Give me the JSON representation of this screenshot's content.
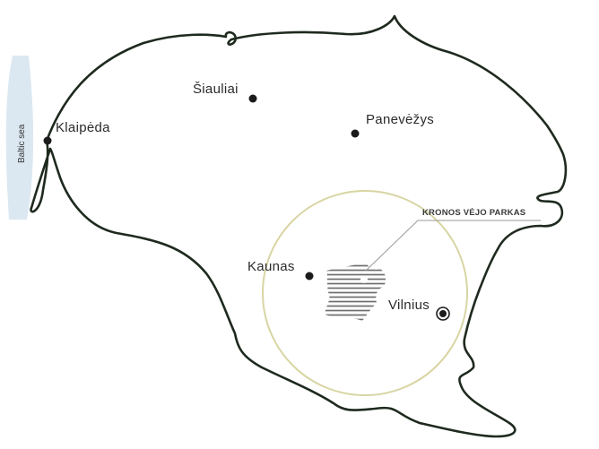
{
  "colors": {
    "border": "#1f2a1f",
    "sea": "#dbe8f2",
    "radius_circle": "#d8d5a3",
    "hatch": "#6e6e6e",
    "dot": "#1b1b1b",
    "callout_line": "#9a9a9a"
  },
  "sea": {
    "label": "Baltic sea"
  },
  "cities": [
    {
      "id": "siauliai",
      "label": "Šiauliai",
      "marker": "dot"
    },
    {
      "id": "panevezys",
      "label": "Panevėžys",
      "marker": "dot"
    },
    {
      "id": "klaipeda",
      "label": "Klaipėda",
      "marker": "dot"
    },
    {
      "id": "kaunas",
      "label": "Kaunas",
      "marker": "dot"
    },
    {
      "id": "vilnius",
      "label": "Vilnius",
      "marker": "capital-ring"
    }
  ],
  "park": {
    "label": "KRONOS VĖJO PARKAS"
  }
}
